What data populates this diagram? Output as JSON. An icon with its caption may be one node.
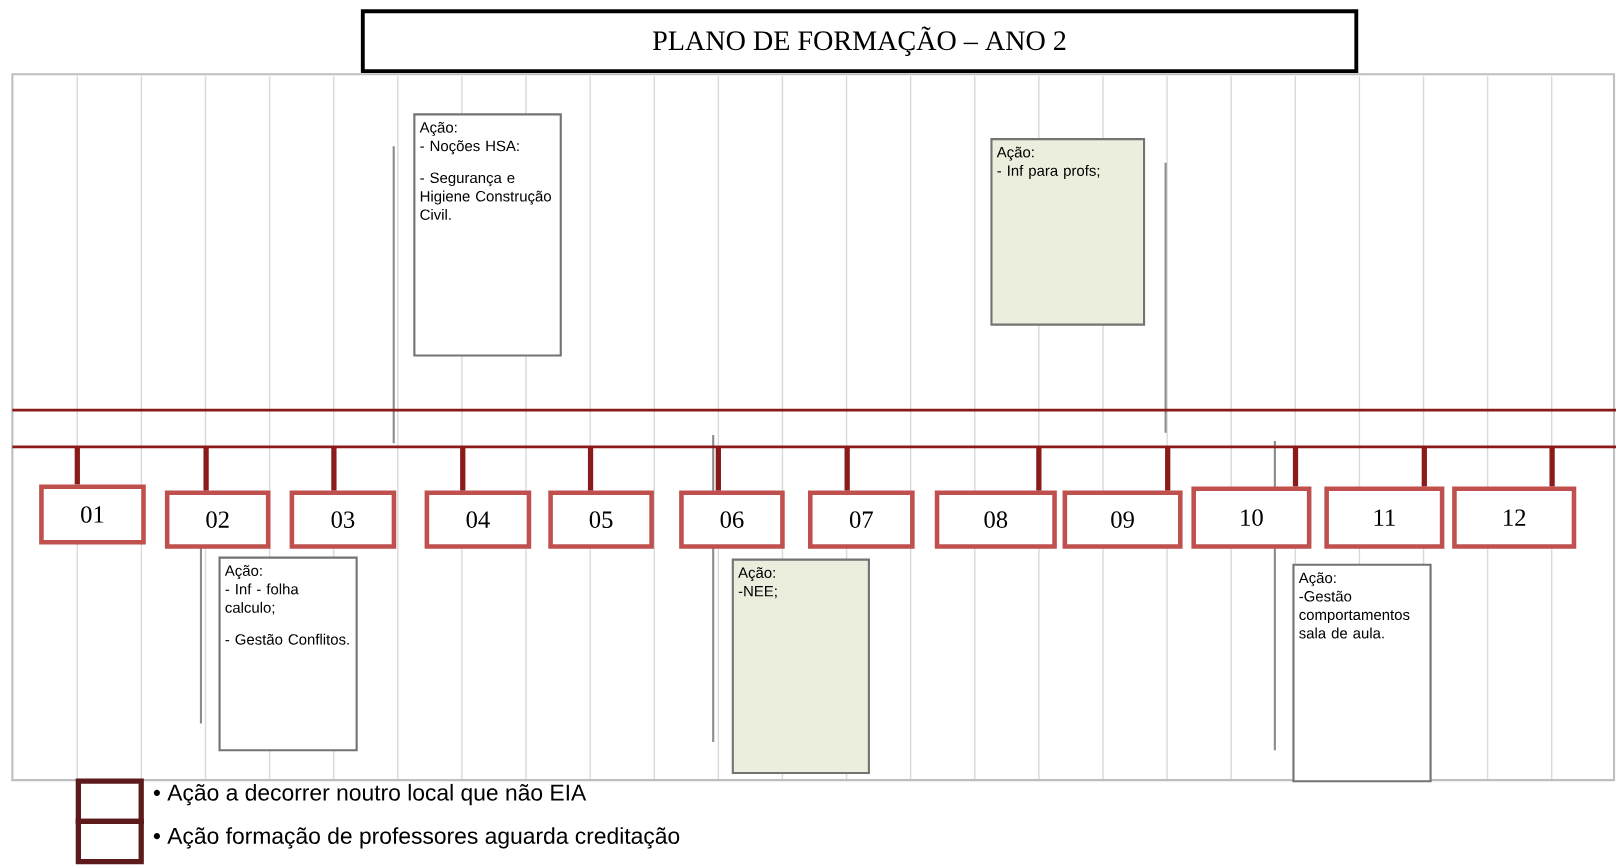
{
  "diagram": {
    "title": "PLANO DE FORMAÇÃO – ANO 2",
    "nodes": [
      {
        "text": [
          "01"
        ]
      },
      {
        "text": [
          "02"
        ]
      },
      {
        "text": [
          "03"
        ]
      },
      {
        "text": [
          "04"
        ]
      },
      {
        "text": [
          "05"
        ]
      },
      {
        "text": [
          "06"
        ]
      },
      {
        "text": [
          "07"
        ]
      },
      {
        "text": [
          "08"
        ]
      },
      {
        "text": [
          "09"
        ]
      },
      {
        "text": [
          "10"
        ]
      },
      {
        "text": [
          "11"
        ]
      },
      {
        "text": [
          "12"
        ]
      },
      {
        "text": [
          "Ação:",
          "- Inf - folha calculo;",
          "- Gestão Conflitos."
        ]
      },
      {
        "text": [
          "Ação:",
          "- Noções HSA:",
          "- Segurança e Higiene Construção Civil."
        ]
      },
      {
        "text": [
          "Ação:",
          "-NEE;"
        ]
      },
      {
        "text": [
          "Ação:",
          "- Inf para profs;"
        ]
      },
      {
        "text": [
          "Ação:",
          "-Gestão comportamentos sala de aula."
        ]
      },
      {
        "text": [],
        "shape": "bar"
      }
    ],
    "edges": [
      {
        "from": 17,
        "to": 0,
        "arrow": "none"
      },
      {
        "from": 17,
        "to": 1,
        "arrow": "none"
      },
      {
        "from": 17,
        "to": 2,
        "arrow": "none"
      },
      {
        "from": 17,
        "to": 3,
        "arrow": "none"
      },
      {
        "from": 17,
        "to": 4,
        "arrow": "none"
      },
      {
        "from": 17,
        "to": 5,
        "arrow": "none"
      },
      {
        "from": 17,
        "to": 6,
        "arrow": "none"
      },
      {
        "from": 17,
        "to": 7,
        "arrow": "none"
      },
      {
        "from": 17,
        "to": 8,
        "arrow": "none"
      },
      {
        "from": 17,
        "to": 9,
        "arrow": "none"
      },
      {
        "from": 17,
        "to": 10,
        "arrow": "none"
      },
      {
        "from": 17,
        "to": 11,
        "arrow": "none"
      }
    ],
    "legend": [
      {
        "text": "• Ação a decorrer noutro local que não EIA"
      },
      {
        "text": "• Ação formação de professores aguarda creditação"
      }
    ]
  }
}
